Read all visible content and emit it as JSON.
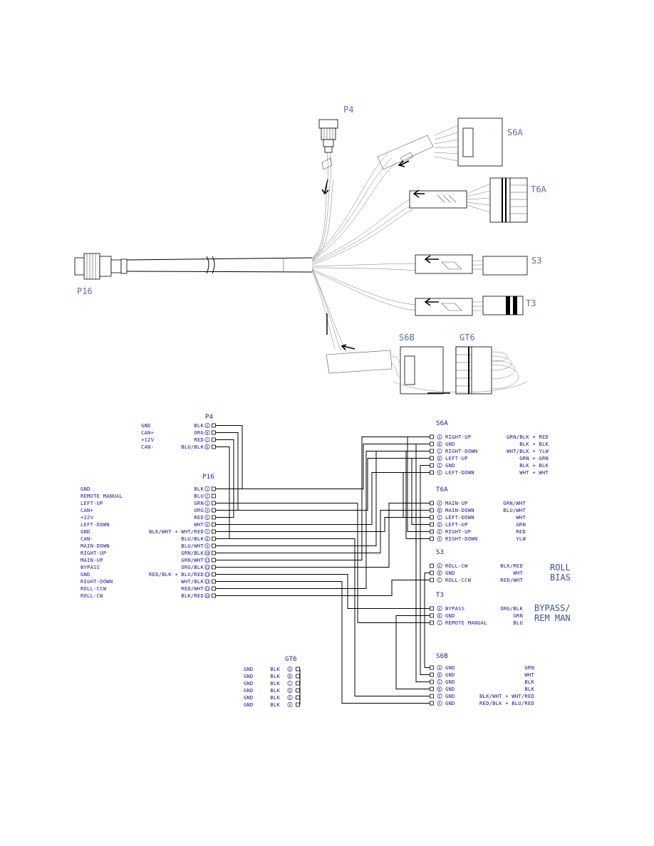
{
  "photo_labels": {
    "p4": "P4",
    "p16": "P16",
    "s6a": "S6A",
    "t6a": "T6A",
    "s3": "S3",
    "t3": "T3",
    "s6b": "S6B",
    "gt6": "GT6"
  },
  "p4": {
    "title": "P4",
    "rows": [
      {
        "signal": "GND",
        "color": "BLK",
        "pin": "A"
      },
      {
        "signal": "CAN+",
        "color": "ORG",
        "pin": "B"
      },
      {
        "signal": "+12V",
        "color": "RED",
        "pin": "C"
      },
      {
        "signal": "CAN-",
        "color": "BLU/BLK",
        "pin": "D"
      }
    ]
  },
  "p16": {
    "title": "P16",
    "rows": [
      {
        "signal": "GND",
        "color": "BLK",
        "pin": "1"
      },
      {
        "signal": "REMOTE MANUAL",
        "color": "BLU",
        "pin": "2"
      },
      {
        "signal": "LEFT-UP",
        "color": "GRN",
        "pin": "3"
      },
      {
        "signal": "CAN+",
        "color": "ORG",
        "pin": "4"
      },
      {
        "signal": "+12V",
        "color": "RED",
        "pin": "5"
      },
      {
        "signal": "LEFT-DOWN",
        "color": "WHT",
        "pin": "6"
      },
      {
        "signal": "GND",
        "color": "BLK/WHT + WHT/RED",
        "pin": "7"
      },
      {
        "signal": "CAN-",
        "color": "BLU/BLK",
        "pin": "8"
      },
      {
        "signal": "MAIN-DOWN",
        "color": "BLU/WHT",
        "pin": "9"
      },
      {
        "signal": "RIGHT-UP",
        "color": "GRN/BLK",
        "pin": "10"
      },
      {
        "signal": "MAIN-UP",
        "color": "GRN/WHT",
        "pin": "11"
      },
      {
        "signal": "BYPASS",
        "color": "ORG/BLK",
        "pin": "12"
      },
      {
        "signal": "GND",
        "color": "RED/BLK + BLU/RED",
        "pin": "13"
      },
      {
        "signal": "RIGHT-DOWN",
        "color": "WHT/BLK",
        "pin": "14"
      },
      {
        "signal": "ROLL-CCW",
        "color": "RED/WHT",
        "pin": "15"
      },
      {
        "signal": "ROLL-CW",
        "color": "BLK/RED",
        "pin": "16"
      }
    ]
  },
  "s6a": {
    "title": "S6A",
    "rows": [
      {
        "pin": "A",
        "signal": "RIGHT-UP",
        "color": "GRN/BLK + RED"
      },
      {
        "pin": "B",
        "signal": "GND",
        "color": "BLK + BLK"
      },
      {
        "pin": "C",
        "signal": "RIGHT-DOWN",
        "color": "WHT/BLK + YLW"
      },
      {
        "pin": "D",
        "signal": "LEFT-UP",
        "color": "GRN + GRN"
      },
      {
        "pin": "E",
        "signal": "GND",
        "color": "BLK + BLK"
      },
      {
        "pin": "F",
        "signal": "LEFT-DOWN",
        "color": "WHT + WHT"
      }
    ]
  },
  "t6a": {
    "title": "T6A",
    "rows": [
      {
        "pin": "A",
        "signal": "MAIN-UP",
        "color": "GRN/WHT"
      },
      {
        "pin": "B",
        "signal": "MAIN-DOWN",
        "color": "BLU/WHT"
      },
      {
        "pin": "C",
        "signal": "LEFT-DOWN",
        "color": "WHT"
      },
      {
        "pin": "D",
        "signal": "LEFT-UP",
        "color": "GRN"
      },
      {
        "pin": "E",
        "signal": "RIGHT-UP",
        "color": "RED"
      },
      {
        "pin": "F",
        "signal": "RIGHT-DOWN",
        "color": "YLW"
      }
    ]
  },
  "s3": {
    "title": "S3",
    "side_label_1": "ROLL",
    "side_label_2": "BIAS",
    "rows": [
      {
        "pin": "A",
        "signal": "ROLL-CW",
        "color": "BLK/RED"
      },
      {
        "pin": "B",
        "signal": "GND",
        "color": "WHT"
      },
      {
        "pin": "C",
        "signal": "ROLL-CCW",
        "color": "RED/WHT"
      }
    ]
  },
  "t3": {
    "title": "T3",
    "side_label_1": "BYPASS/",
    "side_label_2": "REM MAN",
    "rows": [
      {
        "pin": "A",
        "signal": "BYPASS",
        "color": "ORG/BLK"
      },
      {
        "pin": "B",
        "signal": "GND",
        "color": "GRN"
      },
      {
        "pin": "C",
        "signal": "REMOTE MANUAL",
        "color": "BLU"
      }
    ]
  },
  "s6b": {
    "title": "S6B",
    "rows": [
      {
        "pin": "A",
        "signal": "GND",
        "color": "GRN"
      },
      {
        "pin": "B",
        "signal": "GND",
        "color": "WHT"
      },
      {
        "pin": "C",
        "signal": "GND",
        "color": "BLK"
      },
      {
        "pin": "D",
        "signal": "GND",
        "color": "BLK"
      },
      {
        "pin": "E",
        "signal": "GND",
        "color": "BLK/WHT + WHT/RED"
      },
      {
        "pin": "F",
        "signal": "GND",
        "color": "RED/BLK + BLU/RED"
      }
    ]
  },
  "gt6": {
    "title": "GT6",
    "rows": [
      {
        "signal": "GND",
        "color": "BLK",
        "pin": "A"
      },
      {
        "signal": "GND",
        "color": "BLK",
        "pin": "B"
      },
      {
        "signal": "GND",
        "color": "BLK",
        "pin": "C"
      },
      {
        "signal": "GND",
        "color": "BLK",
        "pin": "D"
      },
      {
        "signal": "GND",
        "color": "BLK",
        "pin": "E"
      },
      {
        "signal": "GND",
        "color": "BLK",
        "pin": "F"
      }
    ]
  }
}
